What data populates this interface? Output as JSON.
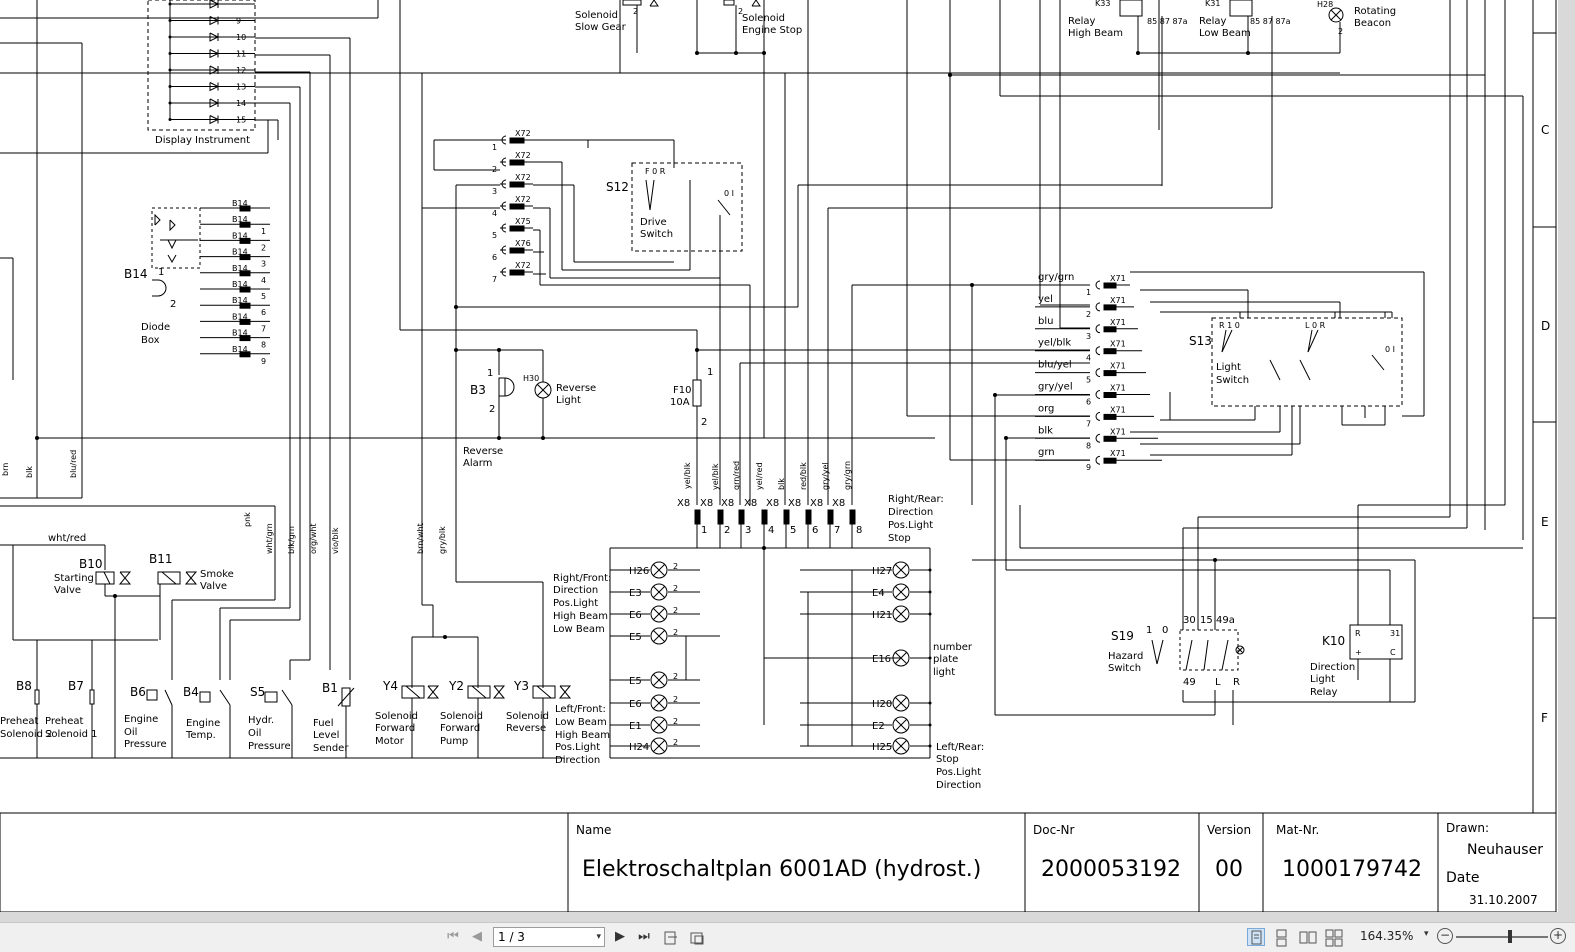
{
  "title_block": {
    "name_label": "Name",
    "name_value": "Elektroschaltplan 6001AD (hydrost.)",
    "doc_label": "Doc-Nr",
    "doc_value": "2000053192",
    "version_label": "Version",
    "version_value": "00",
    "mat_label": "Mat-Nr.",
    "mat_value": "1000179742",
    "drawn_label": "Drawn:",
    "drawn_value": "Neuhauser",
    "date_label": "Date",
    "date_value": "31.10.2007"
  },
  "grid_refs": [
    "C",
    "D",
    "E",
    "F"
  ],
  "components": {
    "display_instrument": "Display Instrument",
    "solenoid_slow_gear": [
      "Solenoid",
      "Slow Gear"
    ],
    "solenoid_engine_stop": [
      "Solenoid",
      "Engine Stop"
    ],
    "relay_high_beam": [
      "Relay",
      "High Beam"
    ],
    "relay_low_beam": [
      "Relay",
      "Low Beam"
    ],
    "rotating_beacon": [
      "H28",
      "Rotating",
      "Beacon"
    ],
    "drive_switch": [
      "S12",
      "Drive",
      "Switch"
    ],
    "diode_box": [
      "B14",
      "Diode",
      "Box"
    ],
    "reverse_alarm": [
      "B3",
      "Reverse",
      "Alarm"
    ],
    "reverse_light": [
      "H30",
      "Reverse",
      "Light"
    ],
    "fuse": [
      "F10",
      "10A"
    ],
    "light_switch": [
      "S13",
      "Light",
      "Switch"
    ],
    "hazard_switch": [
      "S19",
      "Hazard",
      "Switch"
    ],
    "direction_relay": [
      "K10",
      "Direction",
      "Light",
      "Relay"
    ],
    "starting_valve": [
      "B10",
      "Starting",
      "Valve"
    ],
    "smoke_valve": [
      "B11",
      "Smoke",
      "Valve"
    ],
    "preheat2": [
      "B8",
      "Preheat",
      "Solenoid 2"
    ],
    "preheat1": [
      "B7",
      "Preheat",
      "Solenoid 1"
    ],
    "engine_oil": [
      "B6",
      "Engine",
      "Oil",
      "Pressure"
    ],
    "engine_temp": [
      "B4",
      "Engine",
      "Temp."
    ],
    "hydr_oil": [
      "S5",
      "Hydr.",
      "Oil",
      "Pressure"
    ],
    "fuel_level": [
      "B1",
      "Fuel",
      "Level",
      "Sender"
    ],
    "y4": [
      "Y4",
      "Solenoid",
      "Forward",
      "Motor"
    ],
    "y2": [
      "Y2",
      "Solenoid",
      "Forward",
      "Pump"
    ],
    "y3": [
      "Y3",
      "Solenoid",
      "Reverse"
    ],
    "right_front": [
      "Right/Front:",
      "Direction",
      "Pos.Light",
      "High Beam",
      "Low Beam"
    ],
    "left_front": [
      "Left/Front:",
      "Low Beam",
      "High Beam",
      "Pos.Light",
      "Direction"
    ],
    "right_rear": [
      "Right/Rear:",
      "Direction",
      "Pos.Light",
      "Stop"
    ],
    "left_rear": [
      "Left/Rear:",
      "Stop",
      "Pos.Light",
      "Direction"
    ],
    "number_plate": [
      "number",
      "plate",
      "light"
    ]
  },
  "x71_wires": [
    "gry/grn",
    "yel",
    "blu",
    "yel/blk",
    "blu/yel",
    "gry/yel",
    "org",
    "blk",
    "grn"
  ],
  "x8_wires": [
    "yel/blk",
    "grn/red",
    "yel/red",
    "blk",
    "red/blk",
    "gry/yel",
    "gry/grn"
  ],
  "lower_wires": [
    "brn",
    "blk",
    "blu/red",
    "wht/red",
    "pnk",
    "wht/grn",
    "blk/grn",
    "org/wht",
    "vio/blk",
    "brn/wht",
    "gry/blk"
  ],
  "lamps_left": [
    "H26",
    "E3",
    "E6",
    "E5",
    "E5",
    "E6",
    "E1",
    "H24"
  ],
  "lamps_right": [
    "H27",
    "E4",
    "H21",
    "E16",
    "H20",
    "E2",
    "H25"
  ],
  "toolbar": {
    "page_value": "1 / 3",
    "zoom_value": "164.35%",
    "first_icon": "⏮",
    "prev_icon": "◀",
    "next_icon": "▶",
    "last_icon": "⏭",
    "dropdown_icon": "▾",
    "minus_icon": "−",
    "plus_icon": "+"
  }
}
